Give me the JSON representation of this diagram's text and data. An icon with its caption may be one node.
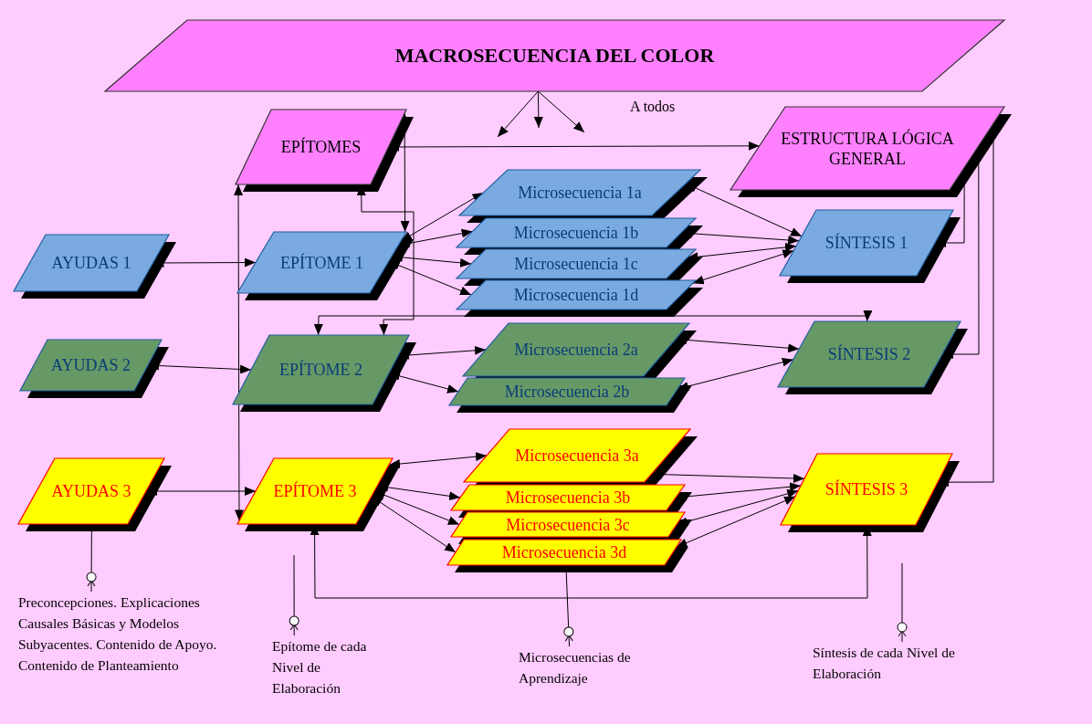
{
  "diagram": {
    "nodes": [
      {
        "text": [
          "MACROSECUENCIA DEL COLOR"
        ]
      },
      {
        "text": [
          "EPÍTOMES"
        ]
      },
      {
        "text": [
          "ESTRUCTURA LÓGICA GENERAL"
        ]
      },
      {
        "text": [
          "Microsecuencia 1a"
        ]
      },
      {
        "text": [
          "Microsecuencia 1b"
        ]
      },
      {
        "text": [
          "Microsecuencia 1c"
        ]
      },
      {
        "text": [
          "Microsecuencia 1d"
        ]
      },
      {
        "text": [
          "AYUDAS 1"
        ]
      },
      {
        "text": [
          "EPÍTOME 1"
        ]
      },
      {
        "text": [
          "SÍNTESIS 1"
        ]
      },
      {
        "text": [
          "AYUDAS 2"
        ]
      },
      {
        "text": [
          "EPÍTOME 2"
        ]
      },
      {
        "text": [
          "Microsecuencia 2a"
        ]
      },
      {
        "text": [
          "Microsecuencia 2b"
        ]
      },
      {
        "text": [
          "SÍNTESIS 2"
        ]
      },
      {
        "text": [
          "AYUDAS 3"
        ]
      },
      {
        "text": [
          "EPÍTOME 3"
        ]
      },
      {
        "text": [
          "Microsecuencia 3a"
        ]
      },
      {
        "text": [
          "Microsecuencia 3b"
        ]
      },
      {
        "text": [
          "Microsecuencia 3c"
        ]
      },
      {
        "text": [
          "Microsecuencia 3d"
        ]
      },
      {
        "text": [
          "SÍNTESIS 3"
        ]
      },
      {
        "text": [
          "Preconcepciones. Explicaciones Causales Básicas y Modelos Subyacentes. Contenido de Apoyo. Contenido de Planteamiento"
        ]
      },
      {
        "text": [
          "Epítome de cada Nivel de Elaboración"
        ]
      },
      {
        "text": [
          "Microsecuencias de Aprendizaje"
        ]
      },
      {
        "text": [
          "Síntesis de cada Nivel de Elaboración"
        ]
      }
    ],
    "edges": [
      {
        "from": 0,
        "to": null,
        "arrow": "to"
      },
      {
        "from": 0,
        "to": null,
        "arrow": "to"
      },
      {
        "from": 0,
        "to": null,
        "arrow": "to"
      },
      {
        "from": 1,
        "to": 2,
        "arrow": "both"
      },
      {
        "from": 1,
        "to": 8,
        "arrow": "both"
      },
      {
        "from": 1,
        "to": 11,
        "arrow": "both"
      },
      {
        "from": 1,
        "to": 16,
        "arrow": "both"
      },
      {
        "from": 7,
        "to": 8,
        "arrow": "both"
      },
      {
        "from": 8,
        "to": 3,
        "arrow": "both"
      },
      {
        "from": 8,
        "to": 4,
        "arrow": "both"
      },
      {
        "from": 8,
        "to": 5,
        "arrow": "both"
      },
      {
        "from": 8,
        "to": 6,
        "arrow": "both"
      },
      {
        "from": 3,
        "to": 9,
        "arrow": "both"
      },
      {
        "from": 4,
        "to": 9,
        "arrow": "both"
      },
      {
        "from": 5,
        "to": 9,
        "arrow": "both"
      },
      {
        "from": 6,
        "to": 9,
        "arrow": "both"
      },
      {
        "from": 9,
        "to": 2,
        "arrow": "both"
      },
      {
        "from": 11,
        "to": 14,
        "arrow": "both"
      },
      {
        "from": 10,
        "to": 11,
        "arrow": "both"
      },
      {
        "from": 11,
        "to": 12,
        "arrow": "both"
      },
      {
        "from": 11,
        "to": 13,
        "arrow": "both"
      },
      {
        "from": 12,
        "to": 14,
        "arrow": "both"
      },
      {
        "from": 13,
        "to": 14,
        "arrow": "both"
      },
      {
        "from": 14,
        "to": 2,
        "arrow": "both"
      },
      {
        "from": 15,
        "to": 16,
        "arrow": "both"
      },
      {
        "from": 16,
        "to": 17,
        "arrow": "both"
      },
      {
        "from": 16,
        "to": 18,
        "arrow": "both"
      },
      {
        "from": 16,
        "to": 19,
        "arrow": "both"
      },
      {
        "from": 16,
        "to": 20,
        "arrow": "both"
      },
      {
        "from": 17,
        "to": 21,
        "arrow": "both"
      },
      {
        "from": 18,
        "to": 21,
        "arrow": "both"
      },
      {
        "from": 19,
        "to": 21,
        "arrow": "both"
      },
      {
        "from": 20,
        "to": 21,
        "arrow": "both"
      },
      {
        "from": 21,
        "to": 2,
        "arrow": "both"
      },
      {
        "from": 16,
        "to": 21,
        "arrow": "both"
      },
      {
        "from": 15,
        "to": 22,
        "arrow": "other"
      },
      {
        "from": null,
        "to": 23,
        "arrow": "other"
      },
      {
        "from": 20,
        "to": 24,
        "arrow": "other"
      },
      {
        "from": null,
        "to": 25,
        "arrow": "other"
      }
    ],
    "labels": [
      "A todos"
    ]
  }
}
